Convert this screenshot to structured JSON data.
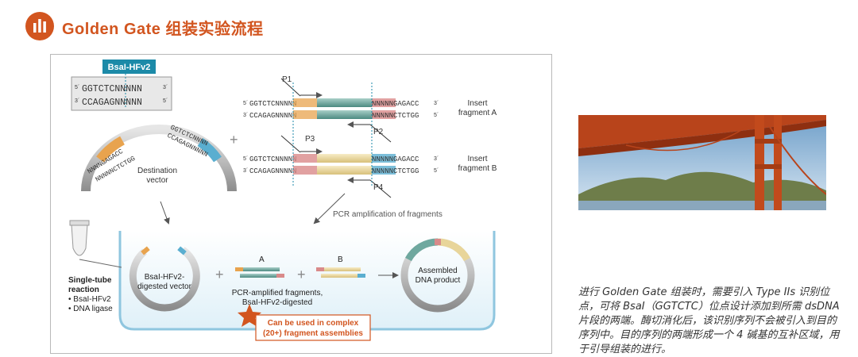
{
  "header": {
    "title": "Golden Gate 组装实验流程"
  },
  "diagram": {
    "enzyme_badge": "BsaI-HFv2",
    "site_top": "GGTCTCNNNNN",
    "site_bottom": "CCAGAGNNNNN",
    "five_prime": "5´",
    "three_prime": "3´",
    "vector_left_outer": "NNNNGAGACC",
    "vector_left_inner": "NNNNNCTCTGG",
    "vector_right_outer": "GGTCTCNNNN",
    "vector_right_inner": "CCAGAGNNNNN",
    "destination_vector_label": "Destination vector",
    "plus": "+",
    "fragA_top_left": "GGTCTCNNNNN",
    "fragA_bottom_left": "CCAGAGNNNNN",
    "fragA_top_right": "NNNNNGAGACC",
    "fragA_bottom_right": "NNNNNCTCTGG",
    "fragB_top_left": "GGTCTCNNNNN",
    "fragB_bottom_left": "CCAGAGNNNNN",
    "fragB_top_right": "NNNNNGAGACC",
    "fragB_bottom_right": "NNNNNCTCTGG",
    "p1": "P1",
    "p2": "P2",
    "p3": "P3",
    "p4": "P4",
    "insert_a_line1": "Insert",
    "insert_a_line2": "fragment A",
    "insert_b_line1": "Insert",
    "insert_b_line2": "fragment B",
    "pcr_label": "PCR amplification of fragments",
    "single_tube_line1": "Single-tube",
    "single_tube_line2": "reaction",
    "single_tube_item1": "• BsaI-HFv2",
    "single_tube_item2": "• DNA ligase",
    "digested_vector_line1": "BsaI-HFv2-",
    "digested_vector_line2": "digested vector",
    "frag_a_letter": "A",
    "frag_b_letter": "B",
    "pcr_fragments_line1": "PCR-amplified fragments,",
    "pcr_fragments_line2": "BsaI-HFv2-digested",
    "assembled_line1": "Assembled",
    "assembled_line2": "DNA product",
    "complex_line1": "Can be used in complex",
    "complex_line2": "(20+) fragment assemblies"
  },
  "caption": {
    "text": "进行 Golden Gate 组装时，需要引入 Type IIs 识别位点，可将 BsaI（GGTCTC）位点设计添加到所需 dsDNA 片段的两端。酶切消化后，该识别序列不会被引入到目的序列中。目的序列的两端形成一个 4 碱基的互补区域，用于引导组装的进行。"
  },
  "colors": {
    "accent": "#d2551f",
    "teal": "#1c8aa8",
    "fragment_a": "#6fa89f",
    "fragment_b": "#e8d59a",
    "overhang_orange": "#e8a34e",
    "overhang_pink": "#d98a8a",
    "overhang_blue": "#5aaed0"
  }
}
